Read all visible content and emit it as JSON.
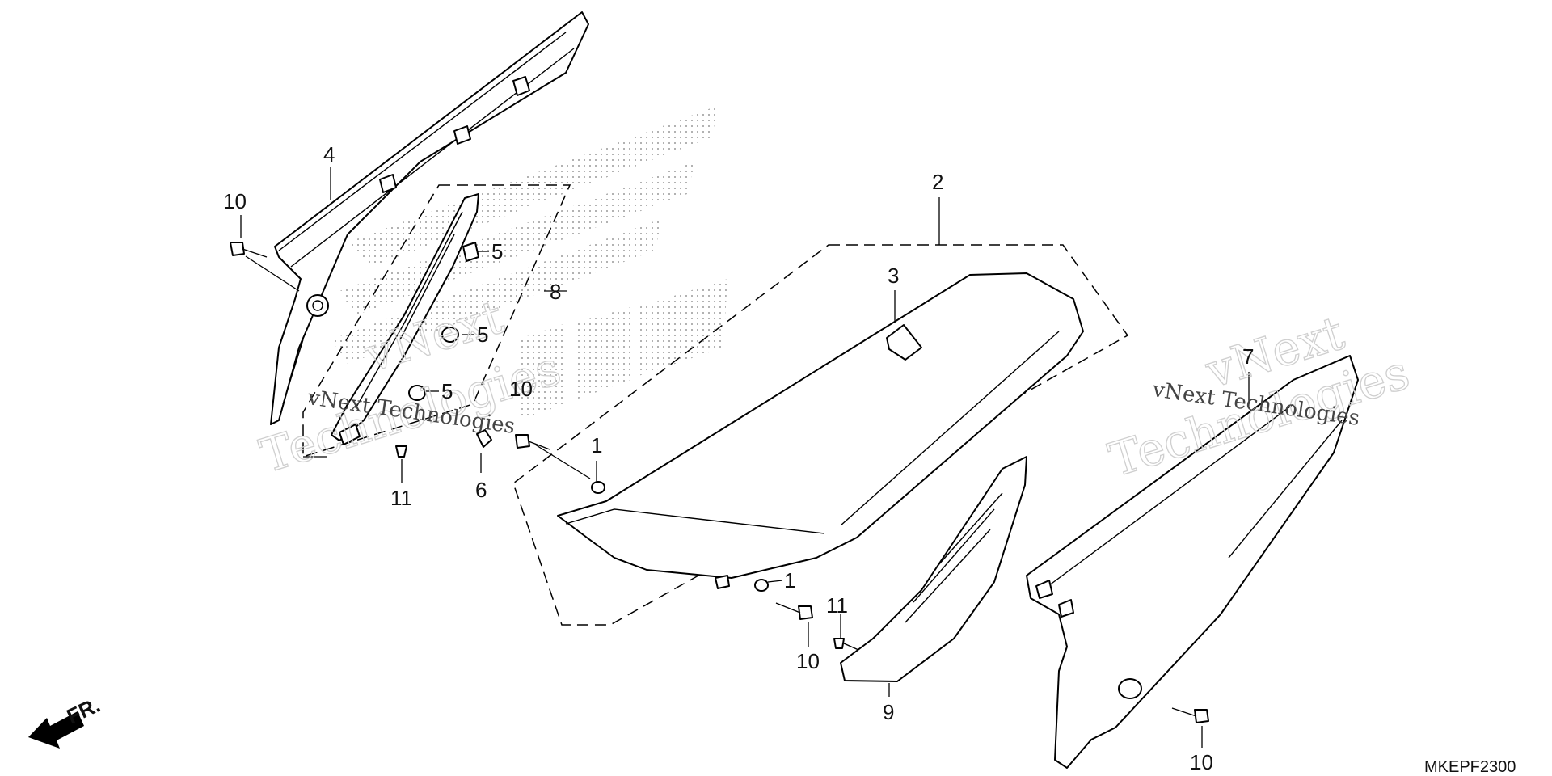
{
  "callouts": {
    "c1a": "1",
    "c1b": "1",
    "c2": "2",
    "c3": "3",
    "c4": "4",
    "c5a": "5",
    "c5b": "5",
    "c5c": "5",
    "c6": "6",
    "c7": "7",
    "c8": "8",
    "c9": "9",
    "c10a": "10",
    "c10b": "10",
    "c10c": "10",
    "c10d": "10",
    "c11a": "11",
    "c11b": "11"
  },
  "watermark": {
    "line1": "vNext",
    "line2": "Technologies",
    "inline": "vNext Technologies"
  },
  "direction_label": "FR.",
  "diagram_code": "MKEPF2300"
}
